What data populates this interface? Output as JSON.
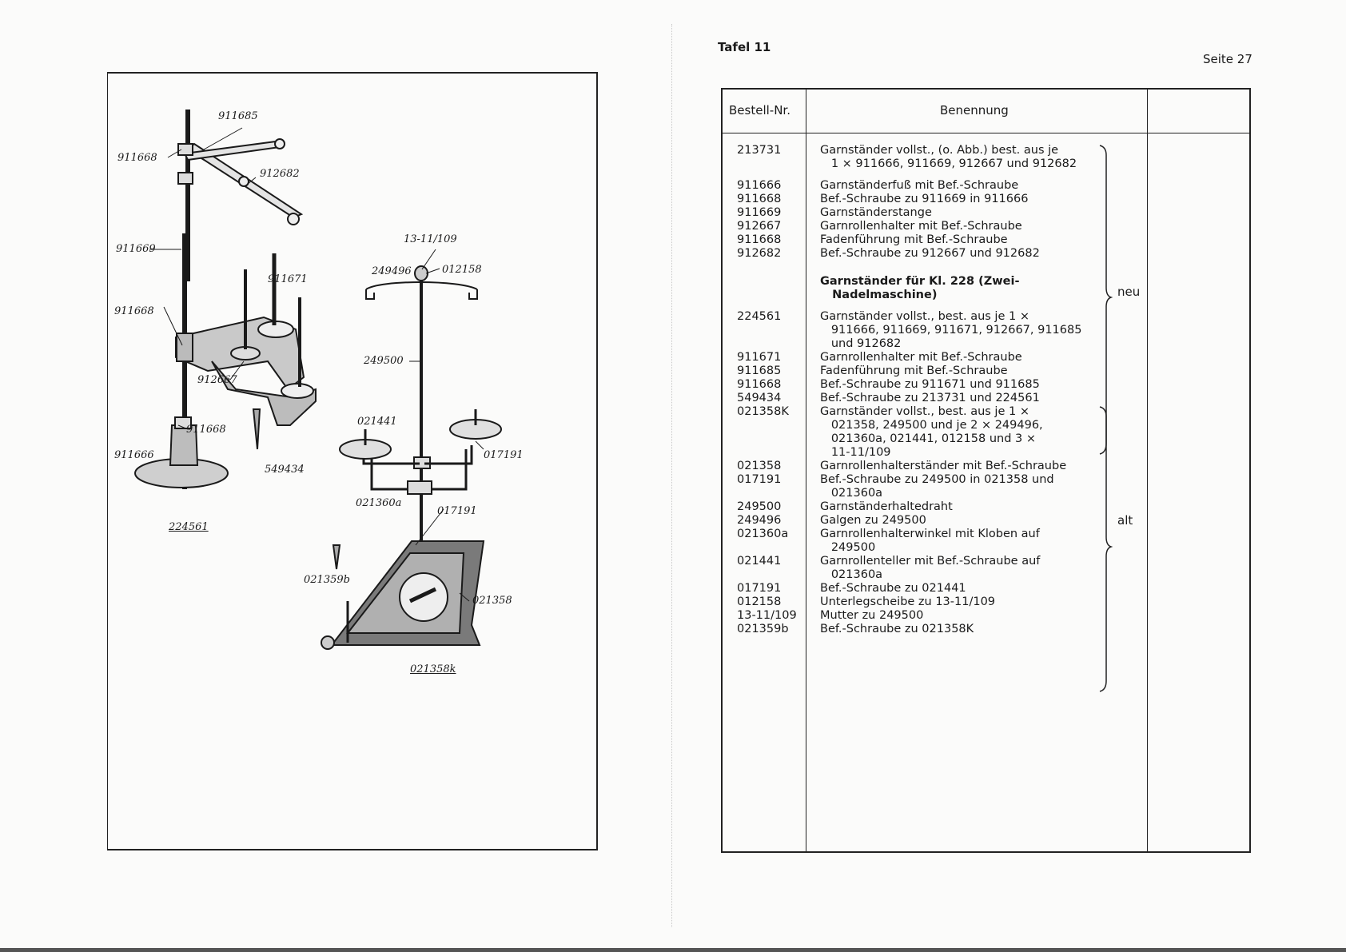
{
  "left_page": {
    "figure_labels": {
      "p911685": "911685",
      "p911668a": "911668",
      "p912682": "912682",
      "p911669": "911669",
      "p911671": "911671",
      "p911668b": "911668",
      "p912667": "912667",
      "p911666": "911666",
      "p911668c": "911668",
      "p549434": "549434",
      "p224561": "224561",
      "p13_11_109": "13-11/109",
      "p249496": "249496",
      "p012158": "012158",
      "p249500": "249500",
      "p021441": "021441",
      "p017191a": "017191",
      "p021360a": "021360a",
      "p017191b": "017191",
      "p021359b": "021359b",
      "p021358": "021358",
      "p021358k": "021358k"
    }
  },
  "right_page": {
    "header": {
      "tafel": "Tafel 11",
      "seite": "Seite 27"
    },
    "table": {
      "columns": [
        "Bestell-Nr.",
        "Benennung"
      ],
      "rows": [
        {
          "num": "213731",
          "desc": "Garnständer vollst., (o. Abb.) best. aus je\n   1 × 911666, 911669, 912667 und 912682"
        },
        {
          "num": "911666",
          "desc": "Garnständerfuß mit Bef.-Schraube"
        },
        {
          "num": "911668",
          "desc": "Bef.-Schraube zu 911669 in 911666"
        },
        {
          "num": "911669",
          "desc": "Garnständerstange"
        },
        {
          "num": "912667",
          "desc": "Garnrollenhalter mit Bef.-Schraube"
        },
        {
          "num": "911668",
          "desc": "Fadenführung mit Bef.-Schraube"
        },
        {
          "num": "912682",
          "desc": "Bef.-Schraube zu 912667 und 912682"
        },
        {
          "num": "",
          "desc": "Garnständer für Kl. 228 (Zwei-\n   Nadelmaschine)",
          "bold": true
        },
        {
          "num": "224561",
          "desc": "Garnständer vollst., best. aus je 1 ×\n   911666, 911669, 911671, 912667, 911685\n   und 912682"
        },
        {
          "num": "911671",
          "desc": "Garnrollenhalter mit Bef.-Schraube"
        },
        {
          "num": "911685",
          "desc": "Fadenführung mit Bef.-Schraube"
        },
        {
          "num": "911668",
          "desc": "Bef.-Schraube zu 911671 und 911685"
        },
        {
          "num": "549434",
          "desc": "Bef.-Schraube zu 213731 und 224561"
        },
        {
          "num": "021358K",
          "desc": "Garnständer vollst., best. aus je 1 ×\n   021358, 249500 und je 2 × 249496,\n   021360a, 021441, 012158 und 3 ×\n   11-11/109"
        },
        {
          "num": "021358",
          "desc": "Garnrollenhalterständer mit Bef.-Schraube"
        },
        {
          "num": "017191",
          "desc": "Bef.-Schraube zu 249500 in 021358 und\n   021360a"
        },
        {
          "num": "249500",
          "desc": "Garnständerhaltedraht"
        },
        {
          "num": "249496",
          "desc": "Galgen zu 249500"
        },
        {
          "num": "021360a",
          "desc": "Garnrollenhalterwinkel mit Kloben auf\n   249500"
        },
        {
          "num": "021441",
          "desc": "Garnrollenteller mit Bef.-Schraube auf\n   021360a"
        },
        {
          "num": "017191",
          "desc": "Bef.-Schraube zu 021441"
        },
        {
          "num": "012158",
          "desc": "Unterlegscheibe zu 13-11/109"
        },
        {
          "num": "13-11/109",
          "desc": "Mutter zu 249500"
        },
        {
          "num": "021359b",
          "desc": "Bef.-Schraube zu 021358K"
        }
      ],
      "notes": {
        "neu": "neu",
        "alt": "alt"
      }
    }
  }
}
